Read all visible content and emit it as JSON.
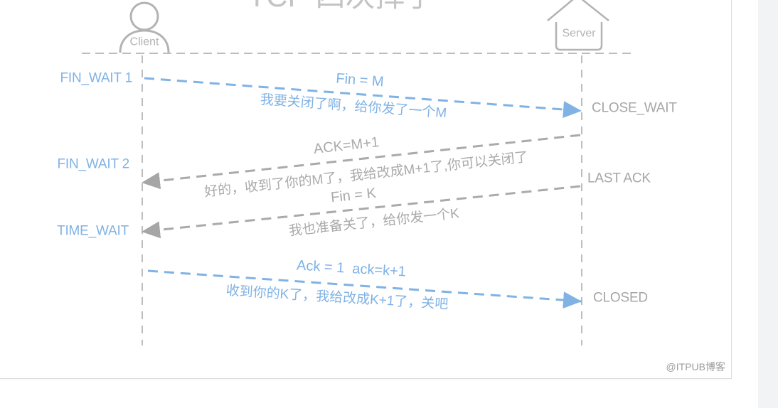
{
  "diagram": {
    "title": "TCP 四次挥手",
    "client": {
      "label": "Client",
      "icon": "person-icon"
    },
    "server": {
      "label": "Server",
      "icon": "house-icon"
    },
    "client_states": [
      "FIN_WAIT 1",
      "FIN_WAIT 2",
      "TIME_WAIT"
    ],
    "server_states": [
      "CLOSE_WAIT",
      "LAST ACK",
      "CLOSED"
    ],
    "messages": [
      {
        "label": "Fin = M",
        "note": "我要关闭了啊，给你发了一个M",
        "color": "#80b2e4"
      },
      {
        "label": "ACK=M+1",
        "note": "好的，收到了你的M了，我给改成M+1了,你可以关闭了",
        "color": "#aaaaaa"
      },
      {
        "label": "Fin = K",
        "note": "我也准备关了，给你发一个K",
        "color": "#aaaaaa"
      },
      {
        "label": "Ack = 1  ack=k+1",
        "note": "收到你的K了，我给改成K+1了，关吧",
        "color": "#80b2e4"
      }
    ],
    "watermark": "@ITPUB博客"
  },
  "colors": {
    "client_side": "#80b2e4",
    "server_side": "#a6a6a6",
    "lines": "#bdbdbd",
    "icon": "#b3b3b3",
    "title": "#c4c4c4",
    "watermark": "#9c9c9c"
  }
}
